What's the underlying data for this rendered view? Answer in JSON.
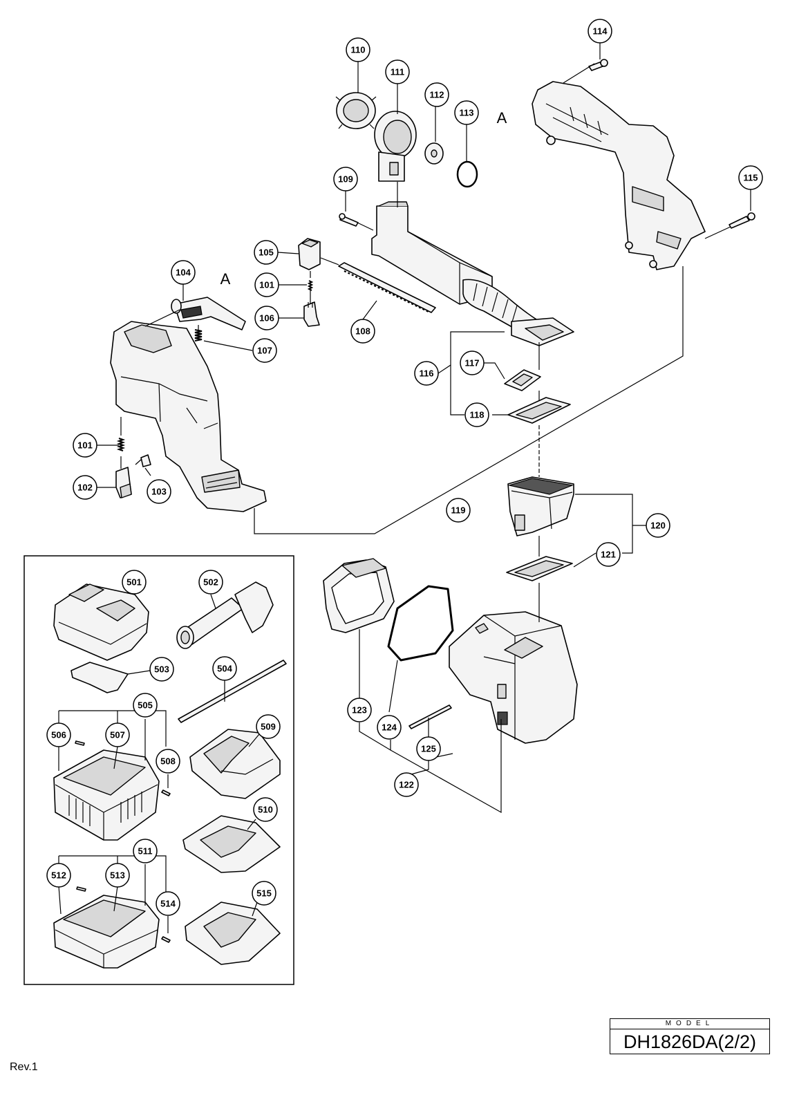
{
  "callouts": {
    "c110": "110",
    "c111": "111",
    "c112": "112",
    "c113": "113",
    "c114": "114",
    "c109": "109",
    "c115": "115",
    "c105": "105",
    "c104": "104",
    "c101a": "101",
    "c106": "106",
    "c107": "107",
    "c108": "108",
    "c116": "116",
    "c117": "117",
    "c118": "118",
    "c101b": "101",
    "c102": "102",
    "c103": "103",
    "c119": "119",
    "c120": "120",
    "c121": "121",
    "c123": "123",
    "c124": "124",
    "c125": "125",
    "c122": "122",
    "c501": "501",
    "c502": "502",
    "c503": "503",
    "c504": "504",
    "c505": "505",
    "c506": "506",
    "c507": "507",
    "c508": "508",
    "c509": "509",
    "c510": "510",
    "c511": "511",
    "c512": "512",
    "c513": "513",
    "c514": "514",
    "c515": "515"
  },
  "reference_letters": {
    "a_left": "A",
    "a_right": "A"
  },
  "title_block": {
    "label": "MODEL",
    "model": "DH1826DA(2/2)"
  },
  "revision": "Rev.1"
}
